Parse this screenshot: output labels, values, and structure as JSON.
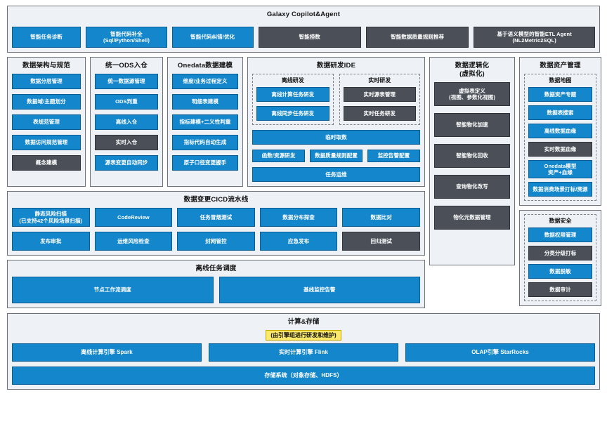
{
  "top": {
    "title": "Galaxy Copilot&Agent",
    "items": [
      {
        "label": "智能任务诊断",
        "sub": "",
        "color": "blue",
        "w": "w1"
      },
      {
        "label": "智能代码补全",
        "sub": "(Sql/Python/Shell)",
        "color": "blue",
        "w": "w2"
      },
      {
        "label": "智能代码纠错/优化",
        "sub": "",
        "color": "blue",
        "w": "w2"
      },
      {
        "label": "智能捞数",
        "sub": "",
        "color": "gray",
        "w": "w3"
      },
      {
        "label": "智能数据质量规则推荐",
        "sub": "",
        "color": "gray",
        "w": "w3"
      },
      {
        "label": "基于语义模型的智能ETL Agent",
        "sub": "(NL2Metric2SQL)",
        "color": "gray",
        "w": "w4"
      }
    ]
  },
  "architecture": {
    "title": "数据架构与规范",
    "items": [
      {
        "label": "数据分层管理",
        "color": "blue"
      },
      {
        "label": "数据域/主题划分",
        "color": "blue"
      },
      {
        "label": "表规范管理",
        "color": "blue"
      },
      {
        "label": "数据访问规范管理",
        "color": "blue"
      },
      {
        "label": "概念建模",
        "color": "gray"
      }
    ]
  },
  "ods": {
    "title": "统一ODS入仓",
    "items": [
      {
        "label": "统一数据源管理",
        "color": "blue"
      },
      {
        "label": "ODS判重",
        "color": "blue"
      },
      {
        "label": "离线入仓",
        "color": "blue"
      },
      {
        "label": "实时入仓",
        "color": "gray"
      },
      {
        "label": "源表变更自动同步",
        "color": "blue"
      }
    ]
  },
  "onedata": {
    "title": "Onedata数据建模",
    "items": [
      {
        "label": "维度/业务过程定义",
        "color": "blue"
      },
      {
        "label": "明细表建模",
        "color": "blue"
      },
      {
        "label": "指标建模+二义性判重",
        "color": "blue"
      },
      {
        "label": "指标代码自动生成",
        "color": "blue"
      },
      {
        "label": "原子口径变更握手",
        "color": "blue"
      }
    ]
  },
  "ide": {
    "title": "数据研发IDE",
    "offline": {
      "title": "离线研发",
      "items": [
        {
          "label": "离线计算任务研发",
          "color": "blue"
        },
        {
          "label": "离线同步任务研发",
          "color": "blue"
        }
      ]
    },
    "realtime": {
      "title": "实时研发",
      "items": [
        {
          "label": "实时源表管理",
          "color": "gray"
        },
        {
          "label": "实时任务研发",
          "color": "gray"
        }
      ]
    },
    "adhoc": {
      "label": "临时取数",
      "color": "blue"
    },
    "trio": [
      {
        "label": "函数/资源研发",
        "color": "blue"
      },
      {
        "label": "数据质量规则配置",
        "color": "blue"
      },
      {
        "label": "监控告警配置",
        "color": "blue"
      }
    ],
    "ops": {
      "label": "任务运维",
      "color": "blue"
    }
  },
  "virtualization": {
    "title_line1": "数据逻辑化",
    "title_line2": "(虚拟化)",
    "items": [
      {
        "label": "虚拟表定义",
        "sub": "(视图、参数化视图)",
        "color": "gray"
      },
      {
        "label": "智能物化加速",
        "sub": "",
        "color": "gray"
      },
      {
        "label": "智能物化回收",
        "sub": "",
        "color": "gray"
      },
      {
        "label": "查询物化改写",
        "sub": "",
        "color": "gray"
      },
      {
        "label": "物化元数据管理",
        "sub": "",
        "color": "gray"
      }
    ]
  },
  "asset": {
    "title": "数据资产管理",
    "map": {
      "title": "数据地图",
      "items": [
        {
          "label": "数据资产专题",
          "sub": "",
          "color": "blue"
        },
        {
          "label": "数据表搜索",
          "sub": "",
          "color": "blue"
        },
        {
          "label": "离线数据血缘",
          "sub": "",
          "color": "blue"
        },
        {
          "label": "实时数据血缘",
          "sub": "",
          "color": "gray"
        },
        {
          "label": "Onedata模型",
          "sub": "资产+血缘",
          "color": "blue"
        },
        {
          "label": "数据消费场景打标/溯源",
          "sub": "",
          "color": "blue"
        }
      ]
    },
    "security": {
      "title": "数据安全",
      "items": [
        {
          "label": "数据权限管理",
          "color": "blue"
        },
        {
          "label": "分类分级打标",
          "color": "gray"
        },
        {
          "label": "数据脱敏",
          "color": "blue"
        },
        {
          "label": "数据审计",
          "color": "gray"
        }
      ]
    }
  },
  "cicd": {
    "title": "数据变更CICD流水线",
    "row1": [
      {
        "label": "静态风险扫描",
        "sub": "(已支持42个风险场景扫描)",
        "color": "blue"
      },
      {
        "label": "CodeReview",
        "sub": "",
        "color": "blue"
      },
      {
        "label": "任务冒烟测试",
        "sub": "",
        "color": "blue"
      },
      {
        "label": "数据分布探查",
        "sub": "",
        "color": "blue"
      },
      {
        "label": "数据比对",
        "sub": "",
        "color": "blue"
      }
    ],
    "row2": [
      {
        "label": "发布审批",
        "sub": "",
        "color": "blue"
      },
      {
        "label": "运维风险检查",
        "sub": "",
        "color": "blue"
      },
      {
        "label": "封网管控",
        "sub": "",
        "color": "blue"
      },
      {
        "label": "应急发布",
        "sub": "",
        "color": "blue"
      },
      {
        "label": "回归测试",
        "sub": "",
        "color": "gray"
      }
    ]
  },
  "scheduling": {
    "title": "离线任务调度",
    "items": [
      {
        "label": "节点工作流调度",
        "color": "blue"
      },
      {
        "label": "基线监控告警",
        "color": "blue"
      }
    ]
  },
  "compute": {
    "title": "计算&存储",
    "note": "(由引擎组进行研发和维护)",
    "engines": [
      {
        "label": "离线计算引擎 Spark",
        "color": "blue"
      },
      {
        "label": "实时计算引擎 Flink",
        "color": "blue"
      },
      {
        "label": "OLAP引擎 StarRocks",
        "color": "blue"
      }
    ],
    "storage": {
      "label": "存储系统（对象存储、HDFS）",
      "color": "blue"
    }
  },
  "colors": {
    "blue": "#1487cc",
    "gray": "#4b5058",
    "panel_bg": "#eef2f7",
    "panel_border": "#6b7079",
    "highlight": "#fbe96b"
  }
}
